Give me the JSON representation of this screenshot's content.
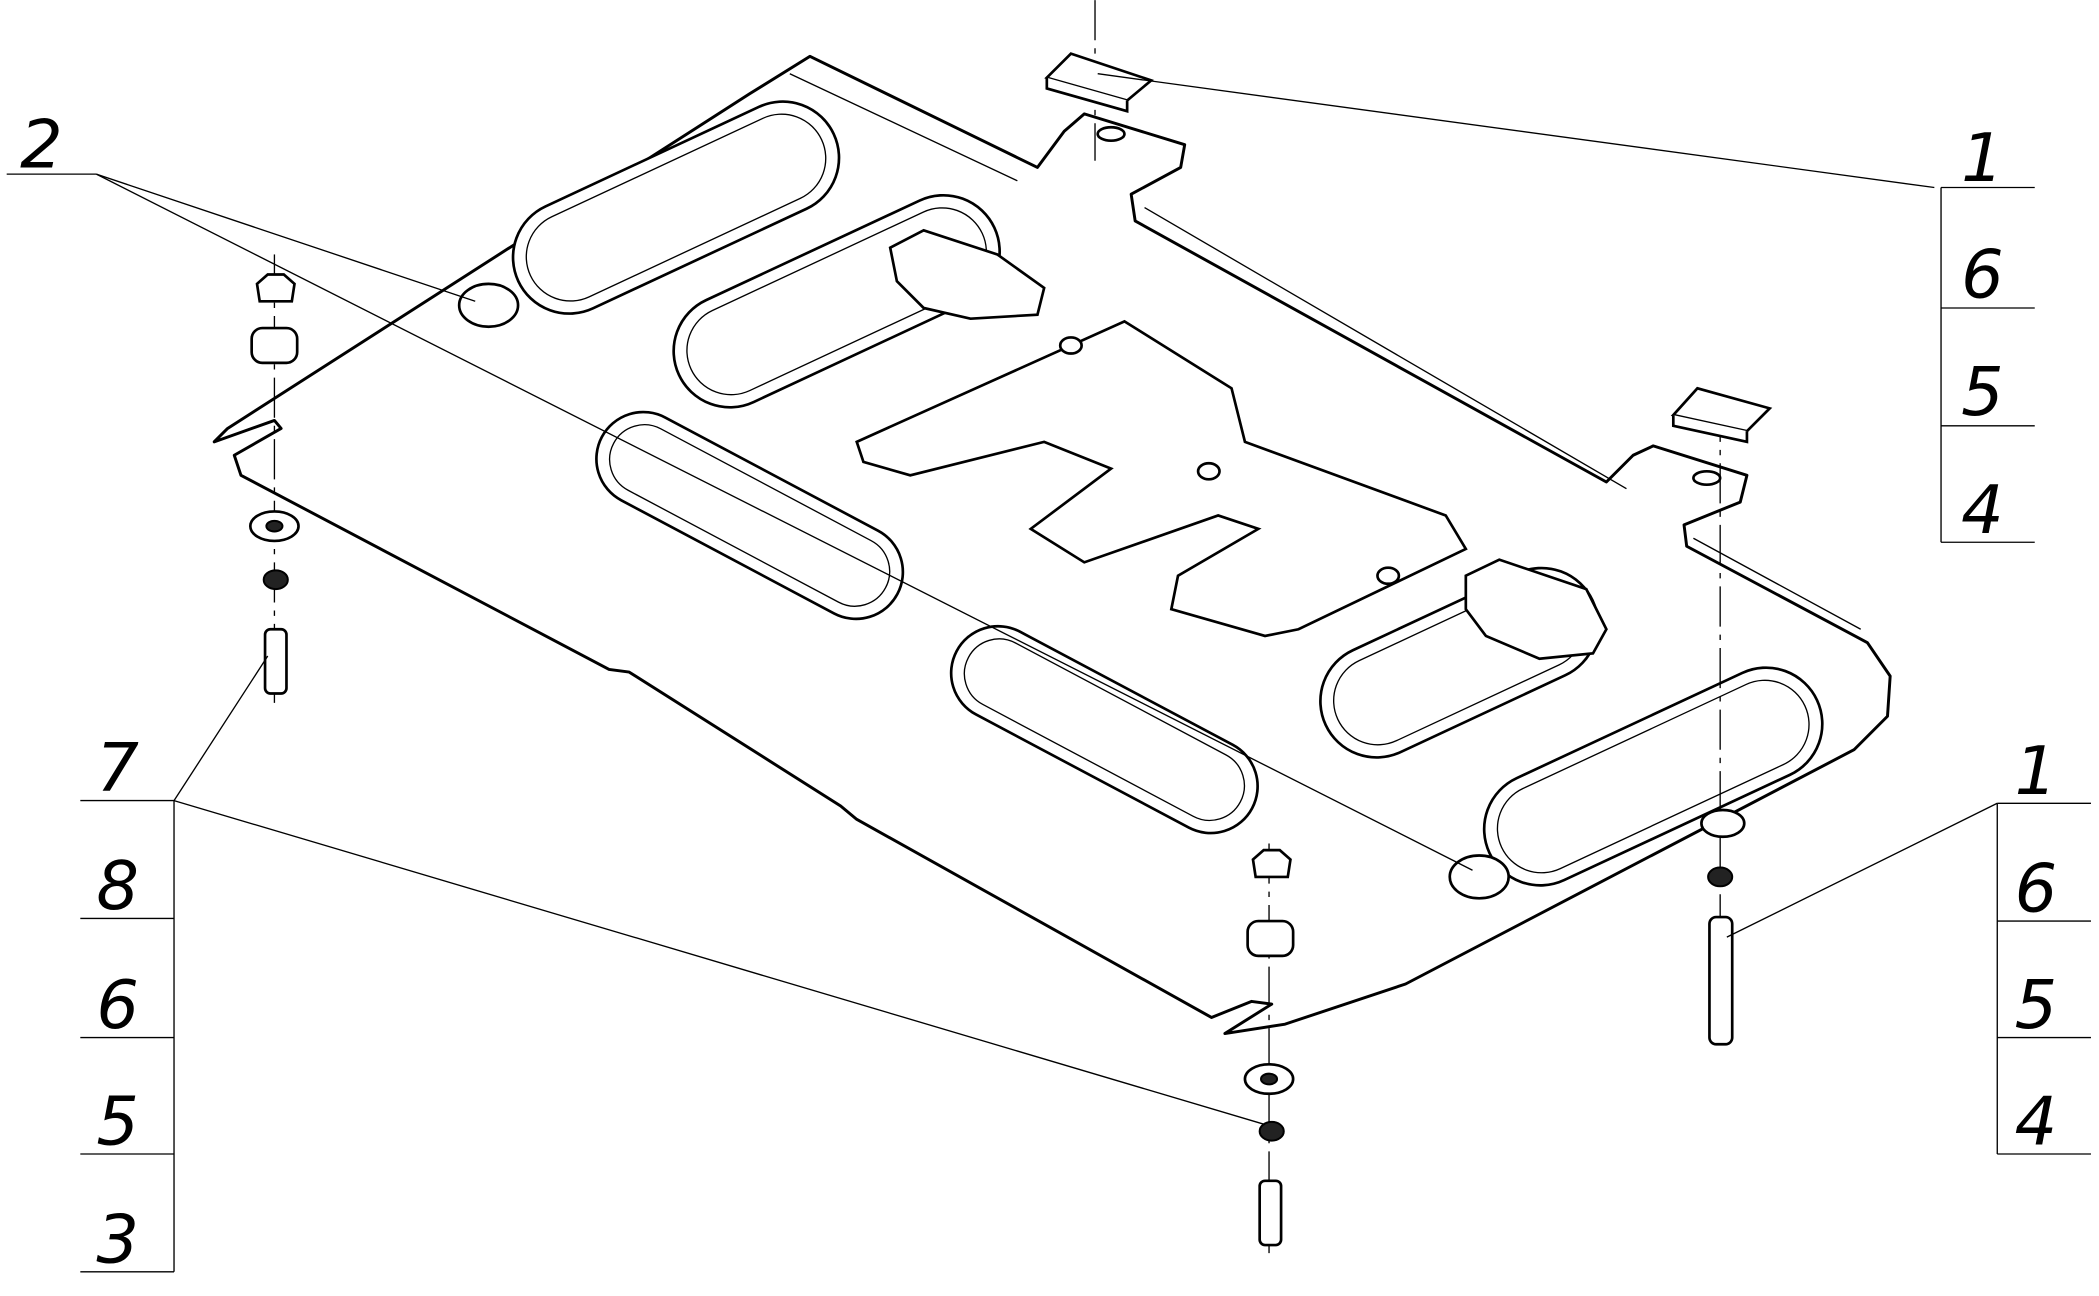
{
  "callouts": {
    "top_right": [
      "1",
      "6",
      "5",
      "4"
    ],
    "bottom_right": [
      "1",
      "6",
      "5",
      "4"
    ],
    "left_top": [
      "2"
    ],
    "bottom_left": [
      "7",
      "8",
      "6",
      "5",
      "3"
    ]
  }
}
